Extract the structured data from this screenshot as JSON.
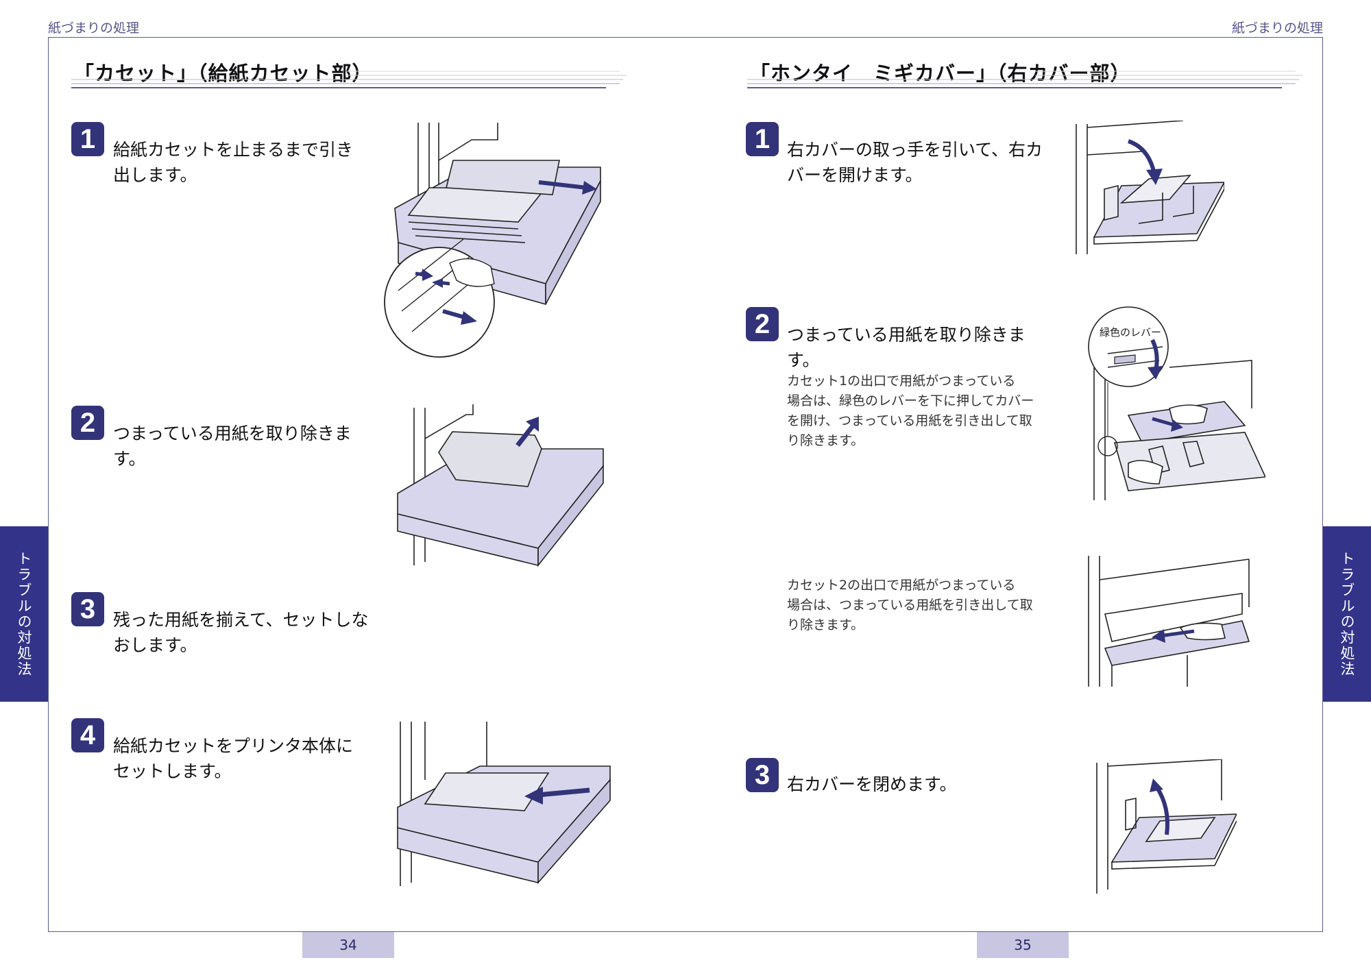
{
  "header": {
    "left": "紙づまりの処理",
    "right": "紙づまりの処理"
  },
  "left_page": {
    "title": "「カセット」（給紙カセット部）",
    "steps": [
      {
        "num": "1",
        "text": [
          "給紙カセットを止まるまで引き",
          "出します。"
        ]
      },
      {
        "num": "2",
        "text": [
          "つまっている用紙を取り除きま",
          "す。"
        ]
      },
      {
        "num": "3",
        "text": [
          "残った用紙を揃えて、セットしな",
          "おします。"
        ]
      },
      {
        "num": "4",
        "text": [
          "給紙カセットをプリンタ本体に",
          "セットします。"
        ]
      }
    ],
    "page_number": "34"
  },
  "right_page": {
    "title": "「ホンタイ　ミギカバー」（右カバー部）",
    "steps": [
      {
        "num": "1",
        "text": [
          "右カバーの取っ手を引いて、右カ",
          "バーを開けます。"
        ]
      },
      {
        "num": "2",
        "text": [
          "つまっている用紙を取り除きま",
          "す。"
        ],
        "note": [
          "カセット1の出口で用紙がつまっている",
          "場合は、緑色のレバーを下に押してカバー",
          "を開け、つまっている用紙を引き出して取",
          "り除きます。"
        ]
      },
      {
        "num": "3",
        "text": [
          "右カバーを閉めます。"
        ]
      }
    ],
    "extra_note": [
      "カセット2の出口で用紙がつまっている",
      "場合は、つまっている用紙を引き出して取",
      "り除きます。"
    ],
    "callout_label": "緑色のレバー",
    "page_number": "35"
  },
  "side_tab": {
    "left": "トラブルの対処法",
    "right": "トラブルの対処法"
  },
  "colors": {
    "accent": "#33337a",
    "frame": "#5b5b8c",
    "page_tab": "#c8c6e0",
    "illustration_fill": "#d8d6ec"
  }
}
